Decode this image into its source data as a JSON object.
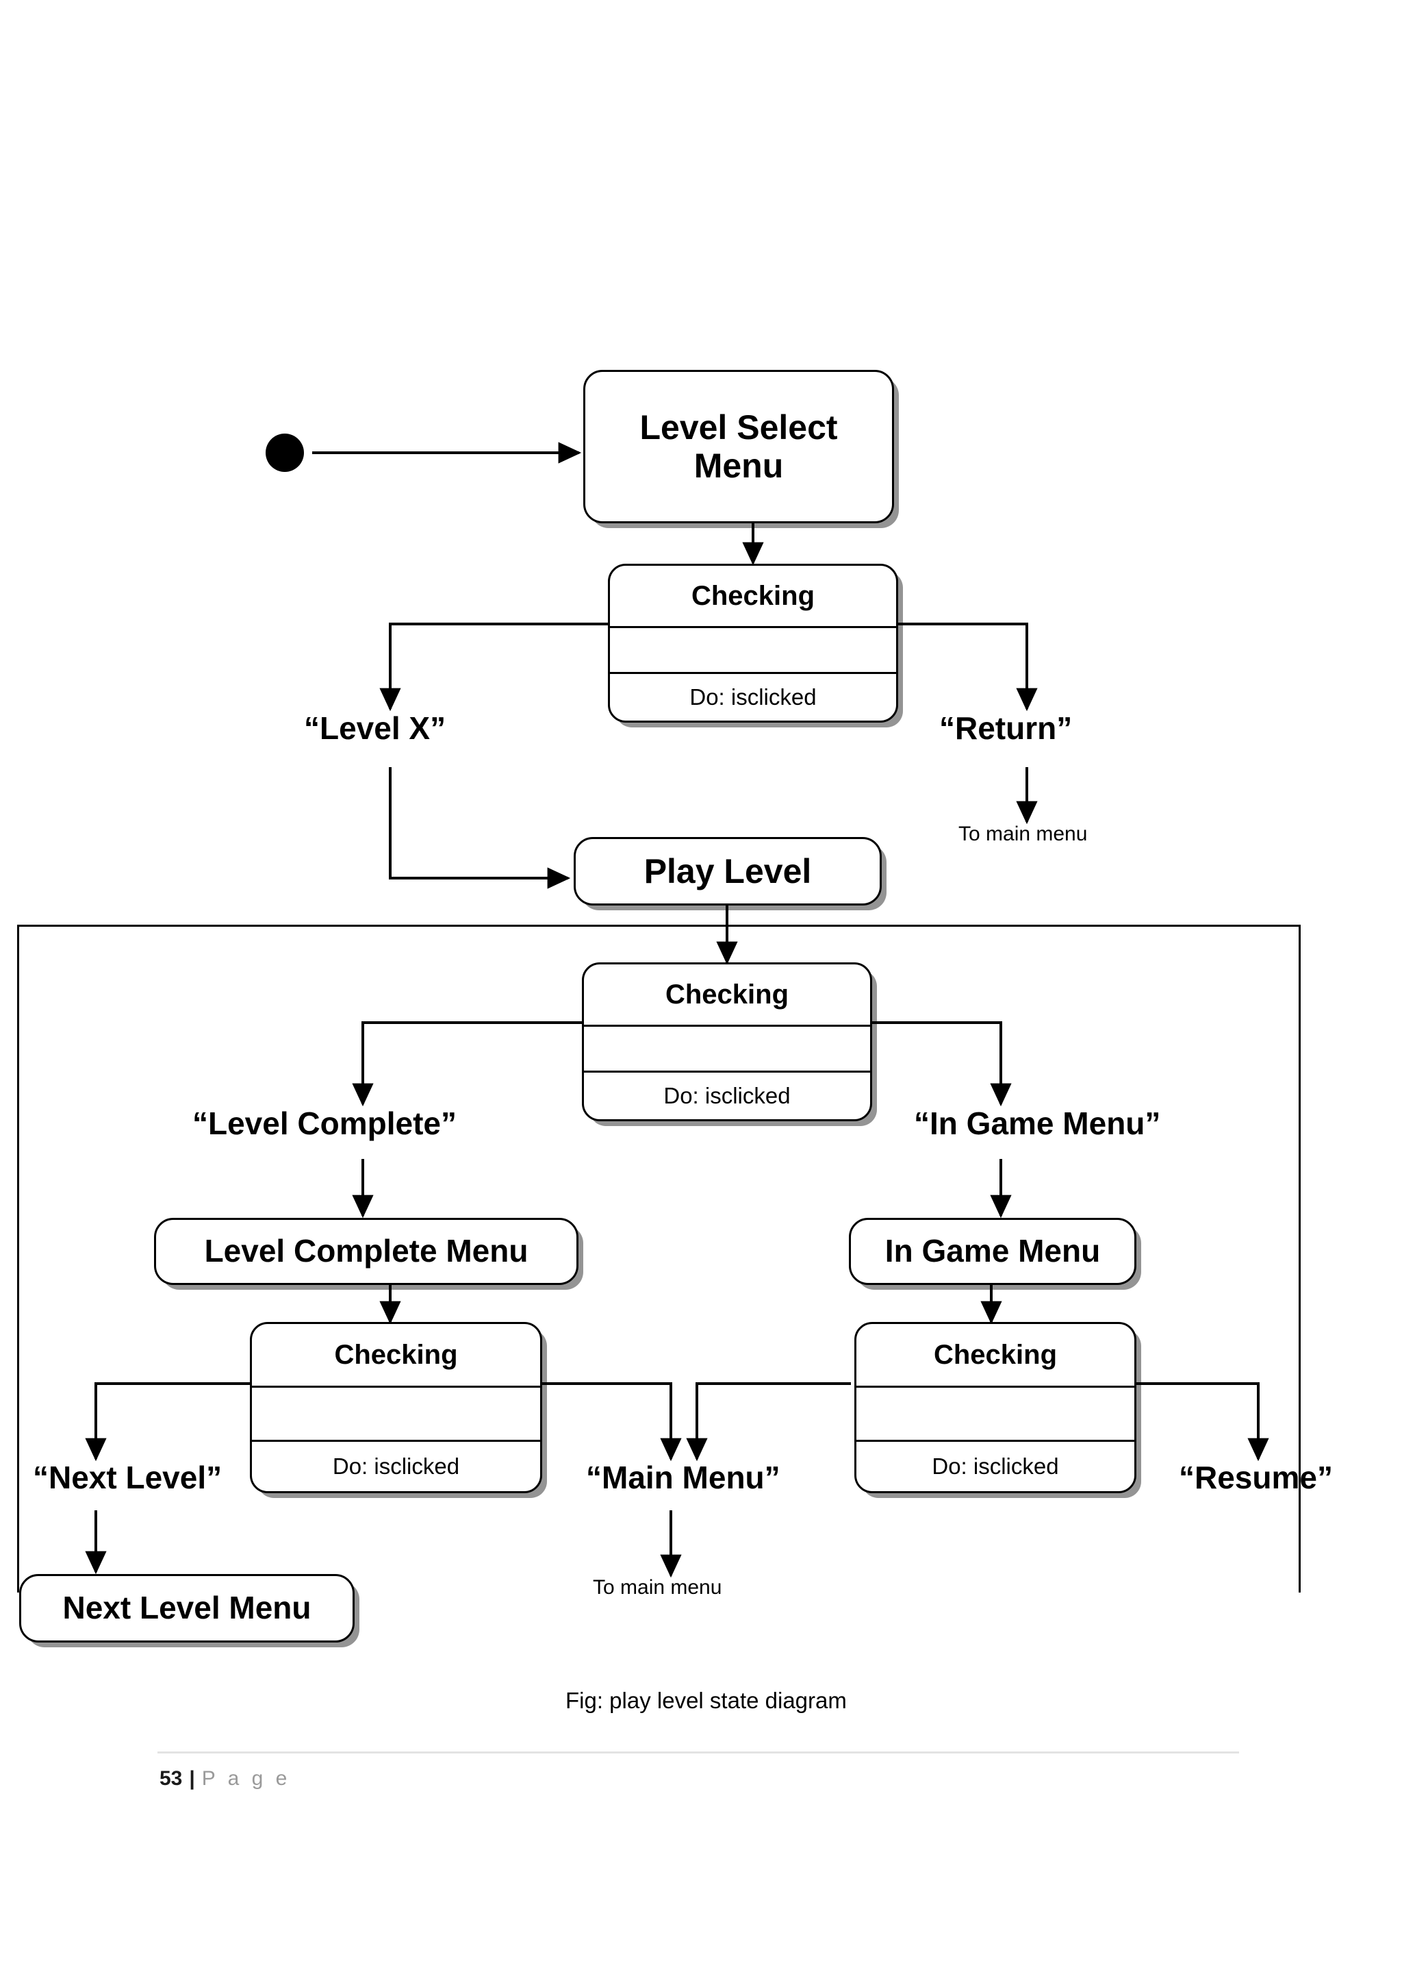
{
  "document": {
    "caption": "Fig: play level state diagram",
    "footer": {
      "page_number": "53",
      "separator": "|",
      "word": "P a g e"
    }
  },
  "diagram": {
    "type": "uml-state-diagram",
    "initial_state_name": "initial-state",
    "states": [
      {
        "id": "level-select-menu",
        "label": "Level Select\nMenu"
      },
      {
        "id": "play-level",
        "label": "Play Level"
      },
      {
        "id": "level-complete-menu",
        "label": "Level Complete Menu"
      },
      {
        "id": "in-game-menu",
        "label": "In Game Menu"
      },
      {
        "id": "next-level-menu",
        "label": "Next Level Menu"
      }
    ],
    "checking_states": [
      {
        "id": "checking-level-select",
        "title": "Checking",
        "activity": "Do: isclicked"
      },
      {
        "id": "checking-play-level",
        "title": "Checking",
        "activity": "Do: isclicked"
      },
      {
        "id": "checking-level-complete",
        "title": "Checking",
        "activity": "Do: isclicked"
      },
      {
        "id": "checking-in-game",
        "title": "Checking",
        "activity": "Do: isclicked"
      }
    ],
    "events": [
      {
        "id": "event-level-x",
        "label": "“Level X”"
      },
      {
        "id": "event-return",
        "label": "“Return”"
      },
      {
        "id": "event-level-complete",
        "label": "“Level Complete”"
      },
      {
        "id": "event-in-game-menu",
        "label": "“In Game Menu”"
      },
      {
        "id": "event-next-level",
        "label": "“Next Level”"
      },
      {
        "id": "event-main-menu",
        "label": "“Main Menu”"
      },
      {
        "id": "event-resume",
        "label": "“Resume”"
      }
    ],
    "notes": [
      {
        "id": "note-return-target",
        "label": "To main menu"
      },
      {
        "id": "note-main-menu-target",
        "label": "To main menu"
      }
    ],
    "colors": {
      "stroke": "#000000",
      "fill": "#ffffff",
      "shadow": "rgba(0,0,0,0.42)",
      "footer_word": "#9a9a9a",
      "footer_rule": "#e3e3e3"
    }
  }
}
